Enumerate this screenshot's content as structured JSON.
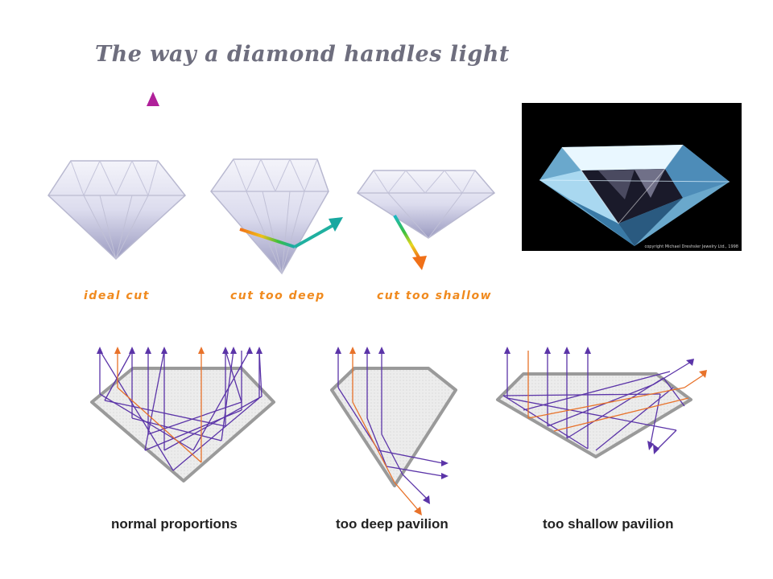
{
  "title": "The way a diamond handles light",
  "top_diagrams": [
    {
      "caption": "ideal cut"
    },
    {
      "caption": "cut too deep"
    },
    {
      "caption": "cut too shallow"
    }
  ],
  "photo": {
    "copyright": "copyright Michael Dreshsler Jewelry Ltd., 1998"
  },
  "bottom_diagrams": [
    {
      "caption": "normal proportions"
    },
    {
      "caption": "too deep pavilion"
    },
    {
      "caption": "too shallow pavilion"
    }
  ],
  "colors": {
    "ray_purple": "#5b34a8",
    "ray_orange": "#e8722a",
    "outline_gray": "#8a8a8a",
    "caption_orange": "#f08a1e"
  }
}
